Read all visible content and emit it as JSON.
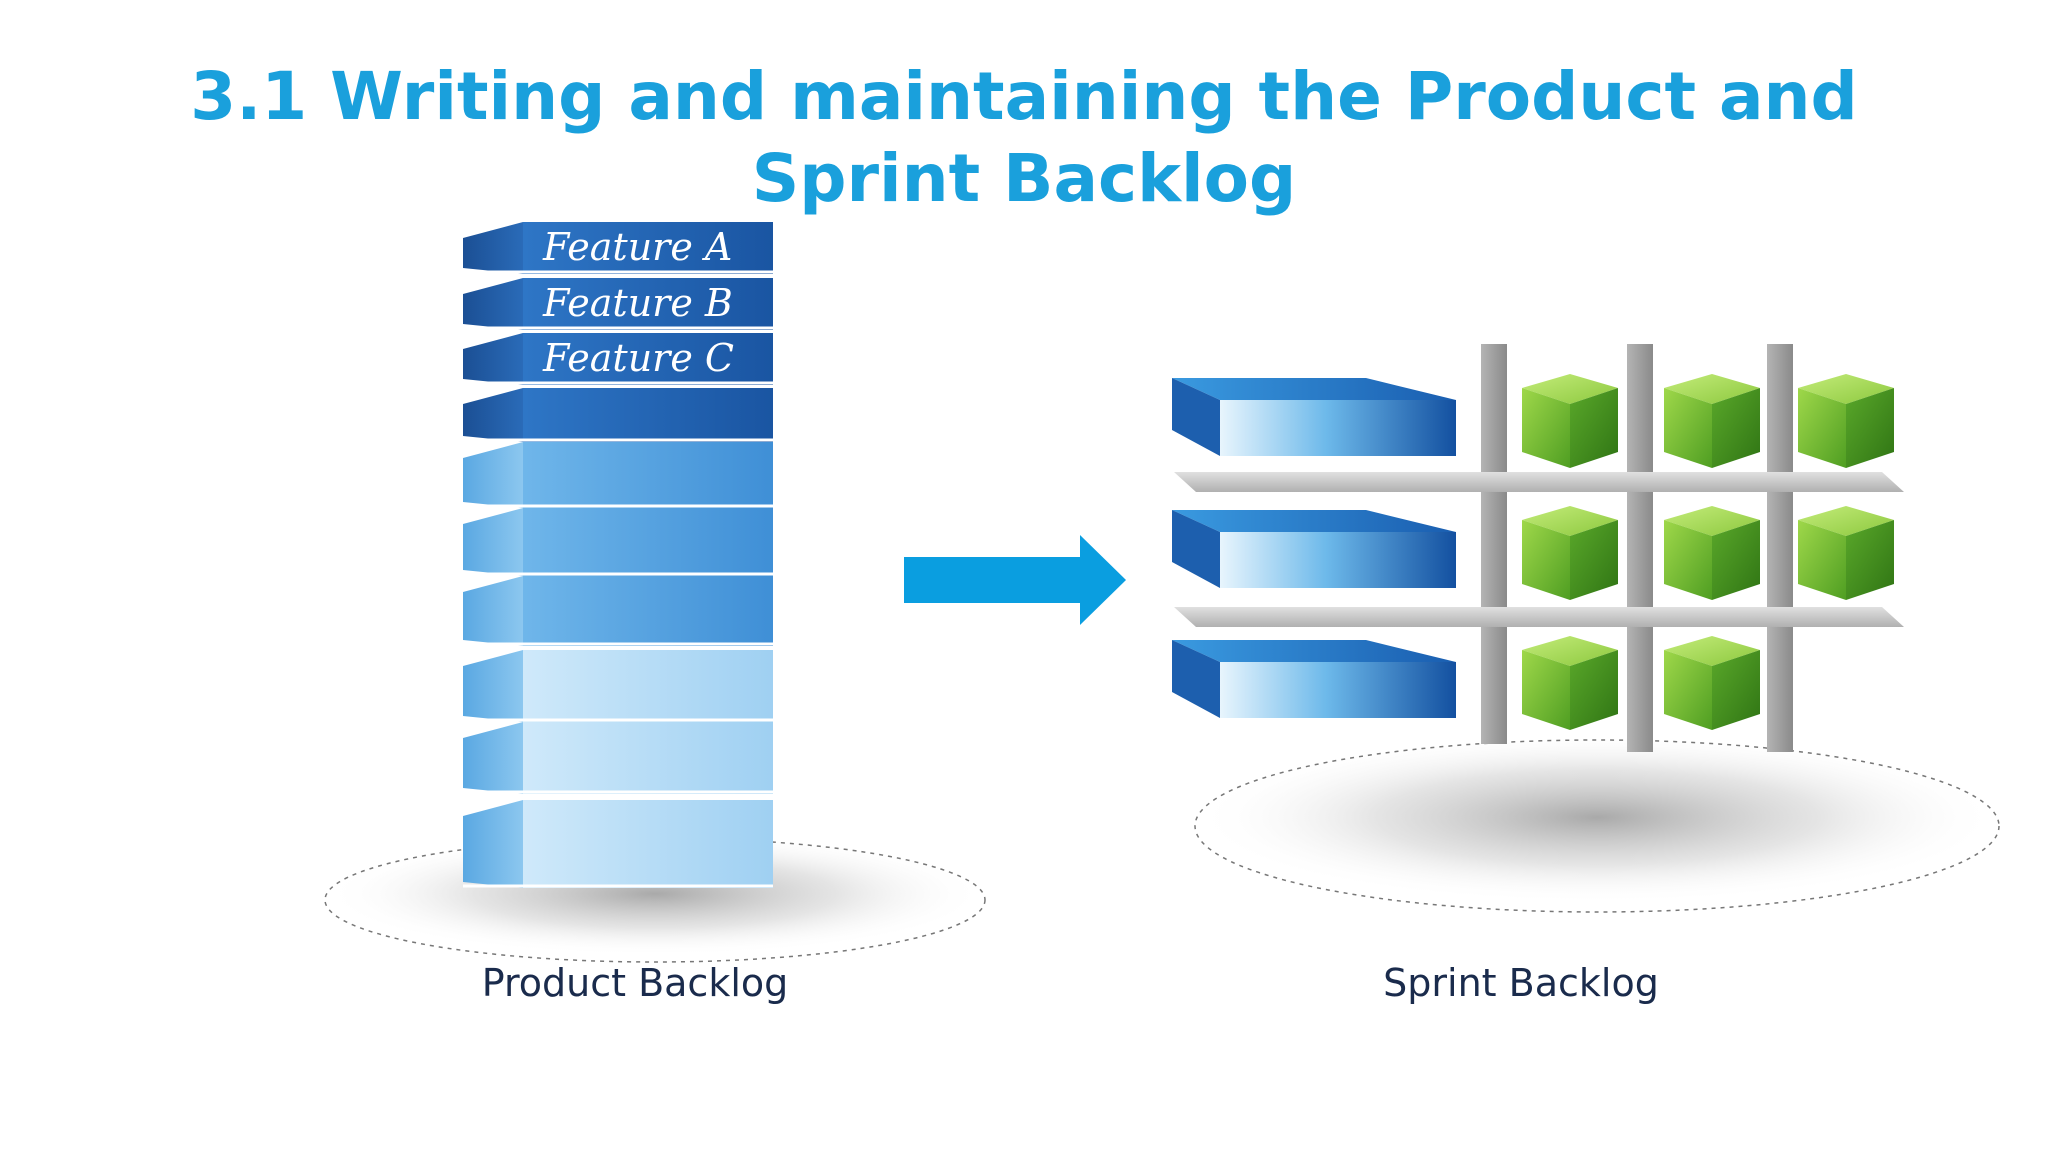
{
  "slide": {
    "title": "3.1 Writing and maintaining the Product and Sprint Backlog"
  },
  "product_backlog": {
    "caption": "Product Backlog",
    "feature_labels": [
      "Feature A",
      "Feature B",
      "Feature C"
    ],
    "block_count": 10
  },
  "sprint_backlog": {
    "caption": "Sprint Backlog",
    "rows": [
      {
        "task_cubes": 3
      },
      {
        "task_cubes": 3
      },
      {
        "task_cubes": 2
      }
    ]
  },
  "colors": {
    "title": "#1aa0dc",
    "caption": "#1a2b4c",
    "arrow": "#0a9ee0",
    "block_dark": "#1c5fae",
    "block_light": "#bfe0f6",
    "cube_green": "#7cc43a",
    "grid_gray": "#9a9a9a"
  }
}
